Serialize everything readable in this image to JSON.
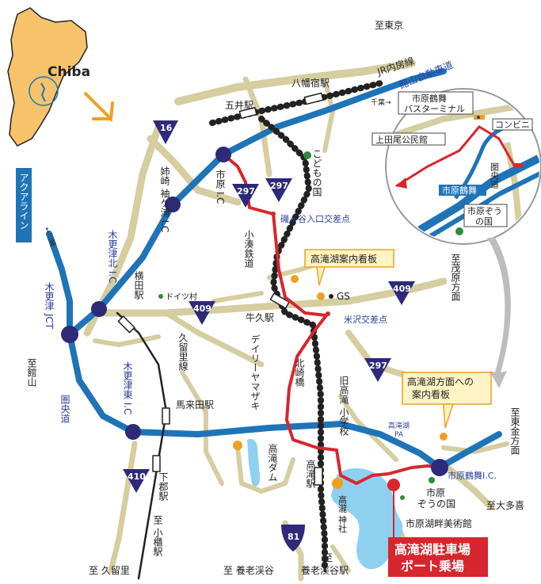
{
  "colors": {
    "expressway": "#1f74b8",
    "national_road": "#cfc496",
    "local_road": "#d6cda0",
    "route_red": "#d7262e",
    "rail": "#222222",
    "water": "#8fd0f0",
    "shield": "#2e2a78",
    "callout_fill": "#fdf3c4",
    "callout_border": "#f0a020",
    "landmark_green": "#2f8a3a",
    "sign_orange": "#f0a020",
    "chiba_fill": "#f6c36a"
  },
  "inset": {
    "region_label": "Chiba",
    "arrow_icon": "arrow-down-right-icon"
  },
  "destinations": {
    "tokyo": "至東京",
    "tateyama": "至館山",
    "mobara": "至茂原方面",
    "higashi_kanesa": "至東金方面",
    "otaki": "至大多喜",
    "kururi": "至 久留里",
    "yoro_keikoku": "至 養老渓谷",
    "kobitsu": "至 小櫃駅",
    "yoro_station": "至\n養老渓谷駅",
    "kawasaki": "←川崎",
    "chiba": "千葉→"
  },
  "expressways": {
    "tateyama": "館山自動車道",
    "aqualine": "アクアライン",
    "ken_o": "圏央道",
    "ken_o_inset": "圏央道"
  },
  "railways": {
    "jr_uchibo": "JR内房線",
    "kominato": "小湊鉄道",
    "kuriri": "久留里線"
  },
  "stations": {
    "yawatajuku": "八幡宿駅",
    "goi": "五井駅",
    "ushiku": "牛久駅",
    "yokota": "横田駅",
    "mariyata": "馬来田駅",
    "shimogori": "下郡駅",
    "kazusa": "高滝駅"
  },
  "interchanges": {
    "ichihara": "市原\nI.C",
    "anegasaki": "姉崎\n袖ケ浦\nI.C",
    "kisarazu_north": "木更津北\nI.C",
    "kisarazu_jct": "木更津\nJCT",
    "kisarazu_east": "木更津東\nI.C",
    "tsurumai": "市原鶴舞I.C.",
    "takataki_pa": "高滝湖\nPA"
  },
  "routes": {
    "r16": "16",
    "r297a": "297",
    "r297b": "297",
    "r297c": "297",
    "r409a": "409",
    "r409b": "409",
    "r410": "410",
    "r81": "81"
  },
  "places": {
    "kodomo": "こどもの国",
    "isogaya": "磯ヶ谷入口交差点",
    "doitsu": "ドイツ村",
    "gs": "GS",
    "yonezawa": "米沢交差点",
    "daily": "デイリーヤマザキ",
    "kitazakibashi": "北崎橋",
    "old_school": "旧高滝\n小学校",
    "takataki_dam": "高滝ダム",
    "shrine": "高瀧\n神社",
    "zou": "市原\nぞうの国",
    "museum": "市原湖畔美術館"
  },
  "callouts": {
    "sign1": "高滝湖案内看板",
    "sign2": "高滝湖方面への\n案内看板"
  },
  "destination_box": {
    "line1": "高滝湖駐車場",
    "line2": "ボート乗場"
  },
  "detail_inset": {
    "bus_terminal": "市原鶴舞\nバスターミナル",
    "convenience": "コンビニ",
    "kami_tao": "上田尾公民館",
    "tsurumai": "市原鶴舞",
    "zou": "市原ぞう\nの国"
  }
}
